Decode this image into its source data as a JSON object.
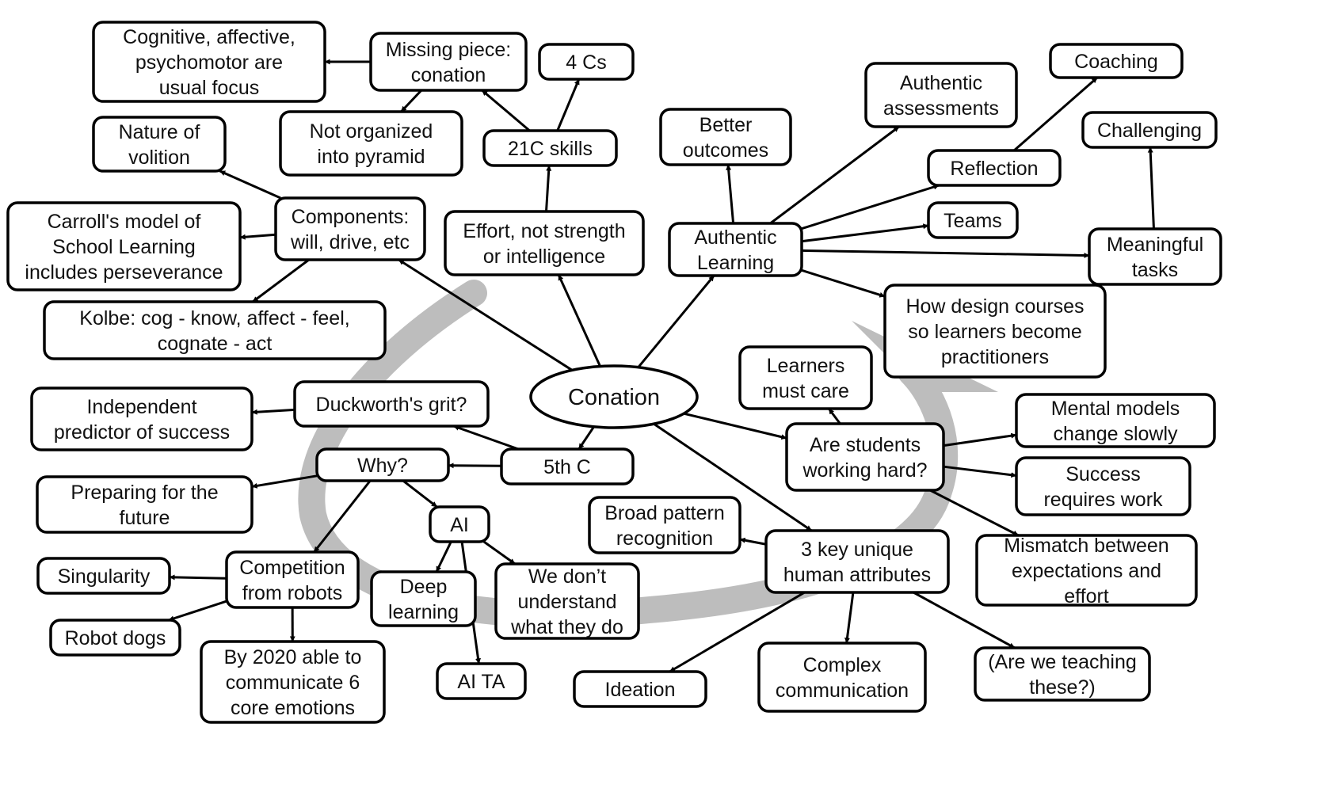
{
  "title": "Conation concept map",
  "colors": {
    "stroke": "#000000",
    "fill": "#ffffff",
    "text": "#111111",
    "cycle_arrow": "#bdbdbd"
  },
  "central_node": {
    "id": "conation",
    "label": "Conation",
    "shape": "ellipse"
  },
  "nodes": [
    {
      "id": "cognitive",
      "lines": [
        "Cognitive, affective,",
        "psychomotor are",
        "usual focus"
      ]
    },
    {
      "id": "missing",
      "lines": [
        "Missing piece:",
        "conation"
      ]
    },
    {
      "id": "fourcs",
      "lines": [
        "4 Cs"
      ]
    },
    {
      "id": "notorg",
      "lines": [
        "Not organized",
        "into pyramid"
      ]
    },
    {
      "id": "c21",
      "lines": [
        "21C skills"
      ]
    },
    {
      "id": "nature",
      "lines": [
        "Nature of",
        "volition"
      ]
    },
    {
      "id": "components",
      "lines": [
        "Components:",
        "will, drive, etc"
      ]
    },
    {
      "id": "carroll",
      "lines": [
        "Carroll's model of",
        "School Learning",
        "includes perseverance"
      ]
    },
    {
      "id": "kolbe",
      "lines": [
        "Kolbe: cog - know, affect - feel,",
        "cognate - act"
      ]
    },
    {
      "id": "effort",
      "lines": [
        "Effort, not strength",
        "or intelligence"
      ]
    },
    {
      "id": "better",
      "lines": [
        "Better",
        "outcomes"
      ]
    },
    {
      "id": "authassess",
      "lines": [
        "Authentic",
        "assessments"
      ]
    },
    {
      "id": "coaching",
      "lines": [
        "Coaching"
      ]
    },
    {
      "id": "challenging",
      "lines": [
        "Challenging"
      ]
    },
    {
      "id": "reflection",
      "lines": [
        "Reflection"
      ]
    },
    {
      "id": "teams",
      "lines": [
        "Teams"
      ]
    },
    {
      "id": "authlearn",
      "lines": [
        "Authentic",
        "Learning"
      ]
    },
    {
      "id": "meaningful",
      "lines": [
        "Meaningful",
        "tasks"
      ]
    },
    {
      "id": "howdesign",
      "lines": [
        "How design courses",
        "so learners become",
        "practitioners"
      ]
    },
    {
      "id": "learnerscare",
      "lines": [
        "Learners",
        "must care"
      ]
    },
    {
      "id": "arestudents",
      "lines": [
        "Are students",
        "working hard?"
      ]
    },
    {
      "id": "mental",
      "lines": [
        "Mental models",
        "change slowly"
      ]
    },
    {
      "id": "success",
      "lines": [
        "Success",
        "requires work"
      ]
    },
    {
      "id": "mismatch",
      "lines": [
        "Mismatch between",
        "expectations and",
        "effort"
      ]
    },
    {
      "id": "independent",
      "lines": [
        "Independent",
        "predictor of success"
      ]
    },
    {
      "id": "duckworth",
      "lines": [
        "Duckworth's grit?"
      ]
    },
    {
      "id": "why",
      "lines": [
        "Why?"
      ]
    },
    {
      "id": "fifthc",
      "lines": [
        "5th C"
      ]
    },
    {
      "id": "preparing",
      "lines": [
        "Preparing for the",
        "future"
      ]
    },
    {
      "id": "ai",
      "lines": [
        "AI"
      ]
    },
    {
      "id": "broad",
      "lines": [
        "Broad pattern",
        "recognition"
      ]
    },
    {
      "id": "threekey",
      "lines": [
        "3 key unique",
        "human attributes"
      ]
    },
    {
      "id": "singularity",
      "lines": [
        "Singularity"
      ]
    },
    {
      "id": "competition",
      "lines": [
        "Competition",
        "from robots"
      ]
    },
    {
      "id": "deep",
      "lines": [
        "Deep",
        "learning"
      ]
    },
    {
      "id": "wedont",
      "lines": [
        "We don’t",
        "understand",
        "what they do"
      ]
    },
    {
      "id": "robotdogs",
      "lines": [
        "Robot dogs"
      ]
    },
    {
      "id": "by2020",
      "lines": [
        "By 2020 able to",
        "communicate 6",
        "core emotions"
      ]
    },
    {
      "id": "aita",
      "lines": [
        "AI TA"
      ]
    },
    {
      "id": "ideation",
      "lines": [
        "Ideation"
      ]
    },
    {
      "id": "complex",
      "lines": [
        "Complex",
        "communication"
      ]
    },
    {
      "id": "areweteaching",
      "lines": [
        "(Are we teaching",
        "these?)"
      ]
    }
  ],
  "edges": [
    {
      "from": "missing",
      "to": "cognitive"
    },
    {
      "from": "missing",
      "to": "notorg"
    },
    {
      "from": "c21",
      "to": "missing"
    },
    {
      "from": "c21",
      "to": "fourcs"
    },
    {
      "from": "effort",
      "to": "c21"
    },
    {
      "from": "components",
      "to": "nature"
    },
    {
      "from": "components",
      "to": "carroll"
    },
    {
      "from": "components",
      "to": "kolbe"
    },
    {
      "from": "conation",
      "to": "components"
    },
    {
      "from": "conation",
      "to": "effort"
    },
    {
      "from": "conation",
      "to": "authlearn"
    },
    {
      "from": "authlearn",
      "to": "better"
    },
    {
      "from": "authlearn",
      "to": "authassess"
    },
    {
      "from": "authlearn",
      "to": "reflection"
    },
    {
      "from": "reflection",
      "to": "coaching"
    },
    {
      "from": "authlearn",
      "to": "teams"
    },
    {
      "from": "authlearn",
      "to": "meaningful"
    },
    {
      "from": "meaningful",
      "to": "challenging"
    },
    {
      "from": "authlearn",
      "to": "howdesign"
    },
    {
      "from": "conation",
      "to": "arestudents"
    },
    {
      "from": "arestudents",
      "to": "learnerscare"
    },
    {
      "from": "arestudents",
      "to": "mental"
    },
    {
      "from": "arestudents",
      "to": "success"
    },
    {
      "from": "arestudents",
      "to": "mismatch"
    },
    {
      "from": "conation",
      "to": "threekey"
    },
    {
      "from": "threekey",
      "to": "broad"
    },
    {
      "from": "threekey",
      "to": "ideation"
    },
    {
      "from": "threekey",
      "to": "complex"
    },
    {
      "from": "threekey",
      "to": "areweteaching"
    },
    {
      "from": "conation",
      "to": "fifthc"
    },
    {
      "from": "fifthc",
      "to": "duckworth"
    },
    {
      "from": "duckworth",
      "to": "independent"
    },
    {
      "from": "fifthc",
      "to": "why"
    },
    {
      "from": "why",
      "to": "preparing"
    },
    {
      "from": "why",
      "to": "competition"
    },
    {
      "from": "why",
      "to": "ai"
    },
    {
      "from": "ai",
      "to": "deep"
    },
    {
      "from": "ai",
      "to": "wedont"
    },
    {
      "from": "ai",
      "to": "aita"
    },
    {
      "from": "competition",
      "to": "singularity"
    },
    {
      "from": "competition",
      "to": "robotdogs"
    },
    {
      "from": "competition",
      "to": "by2020"
    }
  ]
}
